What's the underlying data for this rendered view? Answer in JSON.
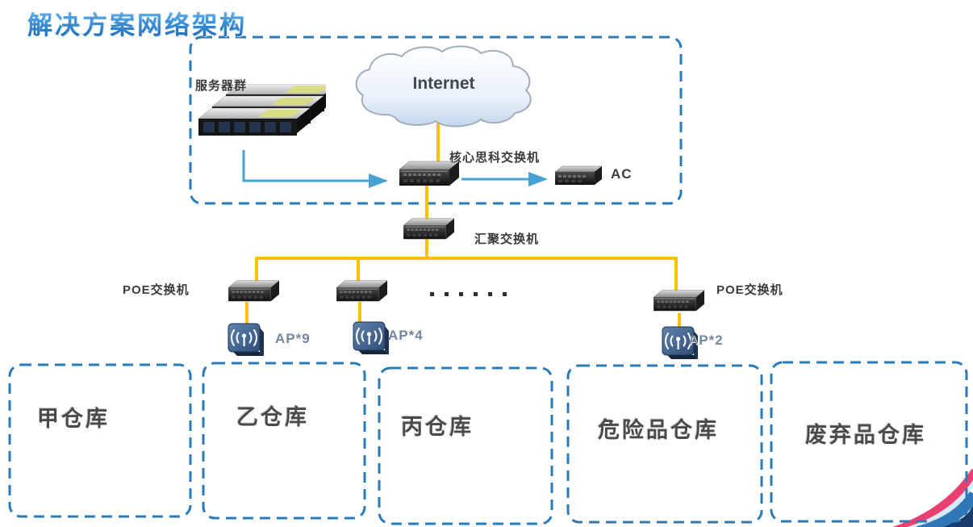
{
  "title": "解决方案网络架构",
  "colors": {
    "dash_border": "#2B7AB8",
    "cable_yellow": "#FFC000",
    "cable_blue": "#45A2D2",
    "title_blue": "#2E86C9",
    "decor_pink": "#E8416F",
    "decor_blue": "#2F77B6",
    "decor_navy": "#1B3C6B"
  },
  "cloud": {
    "label": "Internet"
  },
  "devices": {
    "server_group": {
      "label": "服务器群",
      "icon": "server-stack-icon"
    },
    "core_switch": {
      "label": "核心思科交换机",
      "icon": "switch-icon"
    },
    "ac": {
      "label": "AC",
      "icon": "ac-device-icon"
    },
    "aggregation_switch": {
      "label": "汇聚交换机",
      "icon": "switch-icon"
    },
    "poe_switch_left": {
      "label": "POE交换机",
      "icon": "switch-icon"
    },
    "poe_switch_right": {
      "label": "POE交换机",
      "icon": "switch-icon"
    },
    "ap_left": {
      "label": "AP*9",
      "icon": "ap-icon"
    },
    "ap_middle": {
      "label": "AP*4",
      "icon": "ap-icon"
    },
    "ap_right": {
      "label": "AP*2",
      "icon": "ap-icon"
    }
  },
  "more_devices_dot_count": 6,
  "warehouses": [
    {
      "label": "甲仓库"
    },
    {
      "label": "乙仓库"
    },
    {
      "label": "丙仓库"
    },
    {
      "label": "危险品仓库"
    },
    {
      "label": "废弃品仓库"
    }
  ]
}
